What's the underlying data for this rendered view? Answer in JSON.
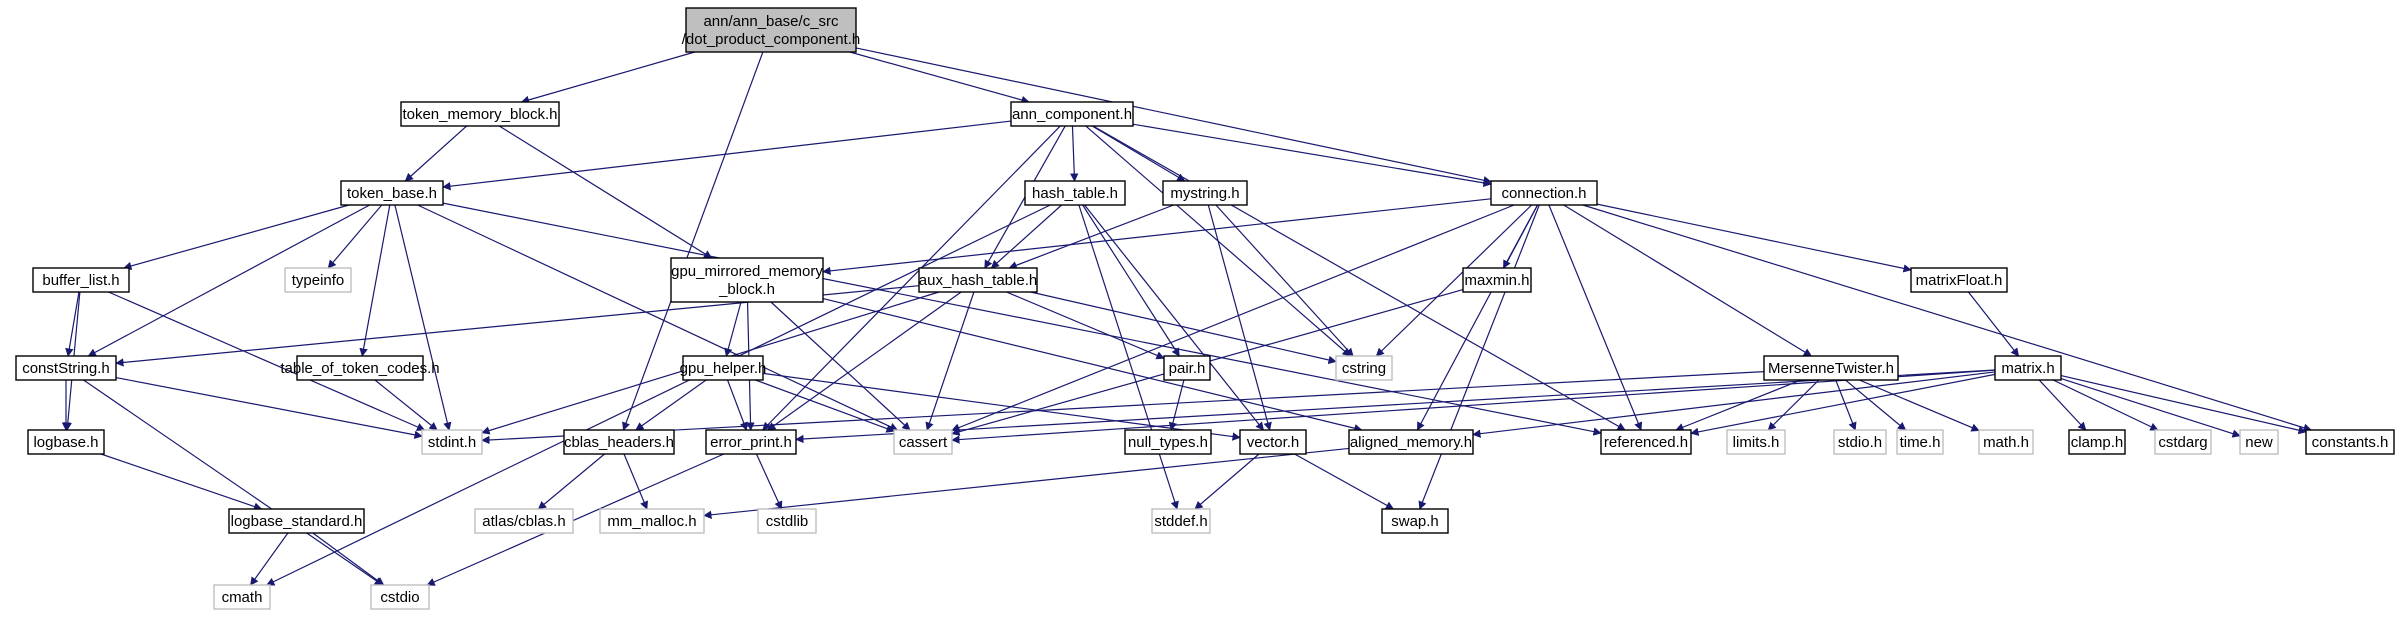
{
  "colors": {
    "edge": "#191970",
    "header_box": "#000000",
    "system_box": "#bfbfbf",
    "root_fill": "#bfbfbf",
    "fill": "#ffffff"
  },
  "nodes": {
    "root": {
      "label": "ann/ann_base/c_src\n/dot_product_component.h",
      "kind": "root"
    },
    "token_memory_block": {
      "label": "token_memory_block.h",
      "kind": "header"
    },
    "ann_component": {
      "label": "ann_component.h",
      "kind": "header"
    },
    "token_base": {
      "label": "token_base.h",
      "kind": "header"
    },
    "hash_table": {
      "label": "hash_table.h",
      "kind": "header"
    },
    "mystring": {
      "label": "mystring.h",
      "kind": "header"
    },
    "connection": {
      "label": "connection.h",
      "kind": "header"
    },
    "buffer_list": {
      "label": "buffer_list.h",
      "kind": "header"
    },
    "typeinfo": {
      "label": "typeinfo",
      "kind": "system"
    },
    "gpu_mirrored_memory_block": {
      "label": "gpu_mirrored_memory\n_block.h",
      "kind": "header"
    },
    "aux_hash_table": {
      "label": "aux_hash_table.h",
      "kind": "header"
    },
    "maxmin": {
      "label": "maxmin.h",
      "kind": "header"
    },
    "matrixFloat": {
      "label": "matrixFloat.h",
      "kind": "header"
    },
    "constString": {
      "label": "constString.h",
      "kind": "header"
    },
    "table_of_token_codes": {
      "label": "table_of_token_codes.h",
      "kind": "header"
    },
    "gpu_helper": {
      "label": "gpu_helper.h",
      "kind": "header"
    },
    "pair": {
      "label": "pair.h",
      "kind": "header"
    },
    "cstring": {
      "label": "cstring",
      "kind": "system"
    },
    "MersenneTwister": {
      "label": "MersenneTwister.h",
      "kind": "header"
    },
    "matrix": {
      "label": "matrix.h",
      "kind": "header"
    },
    "logbase": {
      "label": "logbase.h",
      "kind": "header"
    },
    "stdint": {
      "label": "stdint.h",
      "kind": "system"
    },
    "cblas_headers": {
      "label": "cblas_headers.h",
      "kind": "header"
    },
    "error_print": {
      "label": "error_print.h",
      "kind": "header"
    },
    "cassert": {
      "label": "cassert",
      "kind": "system"
    },
    "null_types": {
      "label": "null_types.h",
      "kind": "header"
    },
    "vector": {
      "label": "vector.h",
      "kind": "header"
    },
    "aligned_memory": {
      "label": "aligned_memory.h",
      "kind": "header"
    },
    "referenced": {
      "label": "referenced.h",
      "kind": "header"
    },
    "limits": {
      "label": "limits.h",
      "kind": "system"
    },
    "stdio": {
      "label": "stdio.h",
      "kind": "system"
    },
    "time": {
      "label": "time.h",
      "kind": "system"
    },
    "math": {
      "label": "math.h",
      "kind": "system"
    },
    "clamp": {
      "label": "clamp.h",
      "kind": "header"
    },
    "cstdarg": {
      "label": "cstdarg",
      "kind": "system"
    },
    "new": {
      "label": "new",
      "kind": "system"
    },
    "constants": {
      "label": "constants.h",
      "kind": "header"
    },
    "logbase_standard": {
      "label": "logbase_standard.h",
      "kind": "header"
    },
    "atlas_cblas": {
      "label": "atlas/cblas.h",
      "kind": "system"
    },
    "mm_malloc": {
      "label": "mm_malloc.h",
      "kind": "system"
    },
    "cstdlib": {
      "label": "cstdlib",
      "kind": "system"
    },
    "stddef": {
      "label": "stddef.h",
      "kind": "system"
    },
    "swap": {
      "label": "swap.h",
      "kind": "header"
    },
    "cmath": {
      "label": "cmath",
      "kind": "system"
    },
    "cstdio": {
      "label": "cstdio",
      "kind": "system"
    }
  },
  "edges": [
    [
      "root",
      "token_memory_block"
    ],
    [
      "root",
      "ann_component"
    ],
    [
      "root",
      "connection"
    ],
    [
      "root",
      "cblas_headers"
    ],
    [
      "token_memory_block",
      "token_base"
    ],
    [
      "token_memory_block",
      "gpu_mirrored_memory_block"
    ],
    [
      "ann_component",
      "token_base"
    ],
    [
      "ann_component",
      "hash_table"
    ],
    [
      "ann_component",
      "mystring"
    ],
    [
      "ann_component",
      "connection"
    ],
    [
      "ann_component",
      "aux_hash_table"
    ],
    [
      "ann_component",
      "error_print"
    ],
    [
      "ann_component",
      "cstring"
    ],
    [
      "ann_component",
      "referenced"
    ],
    [
      "token_base",
      "buffer_list"
    ],
    [
      "token_base",
      "typeinfo"
    ],
    [
      "token_base",
      "constString"
    ],
    [
      "token_base",
      "table_of_token_codes"
    ],
    [
      "token_base",
      "stdint"
    ],
    [
      "token_base",
      "cassert"
    ],
    [
      "token_base",
      "referenced"
    ],
    [
      "hash_table",
      "aux_hash_table"
    ],
    [
      "hash_table",
      "pair"
    ],
    [
      "hash_table",
      "vector"
    ],
    [
      "hash_table",
      "stddef"
    ],
    [
      "hash_table",
      "cmath"
    ],
    [
      "mystring",
      "aux_hash_table"
    ],
    [
      "mystring",
      "vector"
    ],
    [
      "mystring",
      "cstring"
    ],
    [
      "connection",
      "gpu_mirrored_memory_block"
    ],
    [
      "connection",
      "maxmin"
    ],
    [
      "connection",
      "matrixFloat"
    ],
    [
      "connection",
      "MersenneTwister"
    ],
    [
      "connection",
      "cstring"
    ],
    [
      "connection",
      "cassert"
    ],
    [
      "connection",
      "aligned_memory"
    ],
    [
      "connection",
      "referenced"
    ],
    [
      "connection",
      "constants"
    ],
    [
      "connection",
      "swap"
    ],
    [
      "buffer_list",
      "constString"
    ],
    [
      "buffer_list",
      "logbase"
    ],
    [
      "buffer_list",
      "stdint"
    ],
    [
      "gpu_mirrored_memory_block",
      "gpu_helper"
    ],
    [
      "gpu_mirrored_memory_block",
      "error_print"
    ],
    [
      "gpu_mirrored_memory_block",
      "cassert"
    ],
    [
      "gpu_mirrored_memory_block",
      "aligned_memory"
    ],
    [
      "aux_hash_table",
      "constString"
    ],
    [
      "aux_hash_table",
      "pair"
    ],
    [
      "aux_hash_table",
      "cstring"
    ],
    [
      "aux_hash_table",
      "stdint"
    ],
    [
      "aux_hash_table",
      "cassert"
    ],
    [
      "aux_hash_table",
      "error_print"
    ],
    [
      "maxmin",
      "cassert"
    ],
    [
      "matrixFloat",
      "matrix"
    ],
    [
      "constString",
      "logbase"
    ],
    [
      "constString",
      "stdint"
    ],
    [
      "constString",
      "cstdio"
    ],
    [
      "table_of_token_codes",
      "stdint"
    ],
    [
      "gpu_helper",
      "cblas_headers"
    ],
    [
      "gpu_helper",
      "error_print"
    ],
    [
      "gpu_helper",
      "cassert"
    ],
    [
      "gpu_helper",
      "vector"
    ],
    [
      "pair",
      "null_types"
    ],
    [
      "MersenneTwister",
      "stdint"
    ],
    [
      "MersenneTwister",
      "referenced"
    ],
    [
      "MersenneTwister",
      "limits"
    ],
    [
      "MersenneTwister",
      "stdio"
    ],
    [
      "MersenneTwister",
      "time"
    ],
    [
      "MersenneTwister",
      "math"
    ],
    [
      "matrix",
      "error_print"
    ],
    [
      "matrix",
      "cassert"
    ],
    [
      "matrix",
      "aligned_memory"
    ],
    [
      "matrix",
      "referenced"
    ],
    [
      "matrix",
      "clamp"
    ],
    [
      "matrix",
      "cstdarg"
    ],
    [
      "matrix",
      "new"
    ],
    [
      "matrix",
      "constants"
    ],
    [
      "logbase",
      "logbase_standard"
    ],
    [
      "cblas_headers",
      "atlas_cblas"
    ],
    [
      "cblas_headers",
      "mm_malloc"
    ],
    [
      "error_print",
      "cstdlib"
    ],
    [
      "error_print",
      "cstdio"
    ],
    [
      "vector",
      "stddef"
    ],
    [
      "vector",
      "swap"
    ],
    [
      "aligned_memory",
      "mm_malloc"
    ],
    [
      "logbase_standard",
      "cmath"
    ],
    [
      "logbase_standard",
      "cstdio"
    ]
  ]
}
